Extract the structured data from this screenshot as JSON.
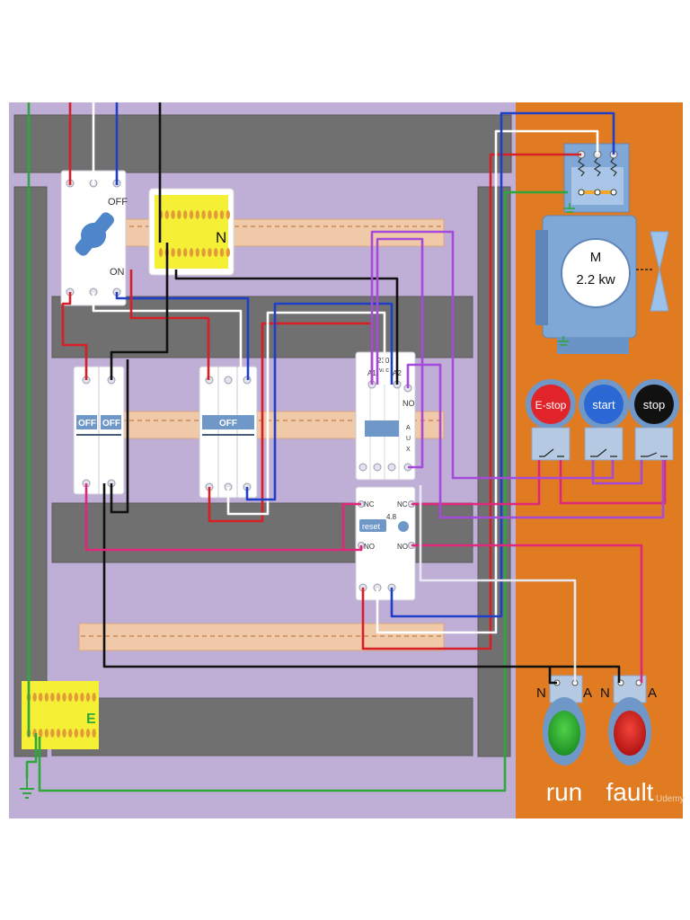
{
  "colors": {
    "panel_bg": "#bfaed6",
    "control_bg": "#e07b22",
    "din_rail": "#707070",
    "terminal_strip": "#efc9a8",
    "yellow_block": "#f5f036",
    "wire_red": "#d61f26",
    "wire_blue": "#1f3fc9",
    "wire_black": "#111111",
    "wire_white": "#ffffff",
    "wire_green": "#2ea83a",
    "wire_pink": "#e0287a",
    "wire_purple": "#a64ad9",
    "motor_blue": "#7fa8d6"
  },
  "isolator": {
    "off_label": "OFF",
    "on_label": "ON"
  },
  "neutral_block": {
    "label": "N"
  },
  "earth_block": {
    "label": "E"
  },
  "breakers": {
    "mcb1_off": "OFF",
    "mcb2_off": "OFF",
    "mcb3_off": "OFF"
  },
  "contactor": {
    "a1_label": "A1",
    "a2_label": "A2",
    "voltage_label": "230",
    "vac_label": "vac",
    "no_label": "NO",
    "aux_letters": [
      "A",
      "U",
      "X"
    ]
  },
  "overload": {
    "nc_left": "NC",
    "no_left": "NO",
    "nc_right": "NC",
    "no_right": "NO",
    "setting": "4.8",
    "reset_label": "reset"
  },
  "motor": {
    "label_m": "M",
    "label_power": "2.2 kw"
  },
  "buttons": {
    "estop": "E-stop",
    "start": "start",
    "stop": "stop"
  },
  "lamps": {
    "run": {
      "label": "run",
      "n_label": "N",
      "a_label": "A"
    },
    "fault": {
      "label": "fault",
      "n_label": "N",
      "a_label": "A"
    }
  },
  "watermark": "Udemy"
}
